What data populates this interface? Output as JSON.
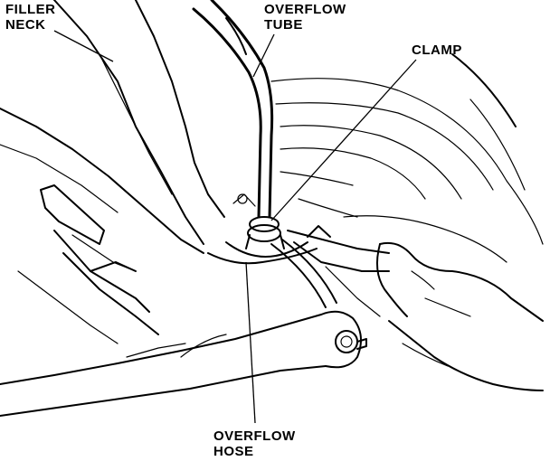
{
  "labels": {
    "filler_neck": [
      "FILLER",
      "NECK"
    ],
    "overflow_tube": [
      "OVERFLOW",
      "TUBE"
    ],
    "clamp": [
      "CLAMP"
    ],
    "overflow_hose": [
      "OVERFLOW",
      "HOSE"
    ]
  },
  "colors": {
    "line": "#000000",
    "background": "#ffffff"
  }
}
